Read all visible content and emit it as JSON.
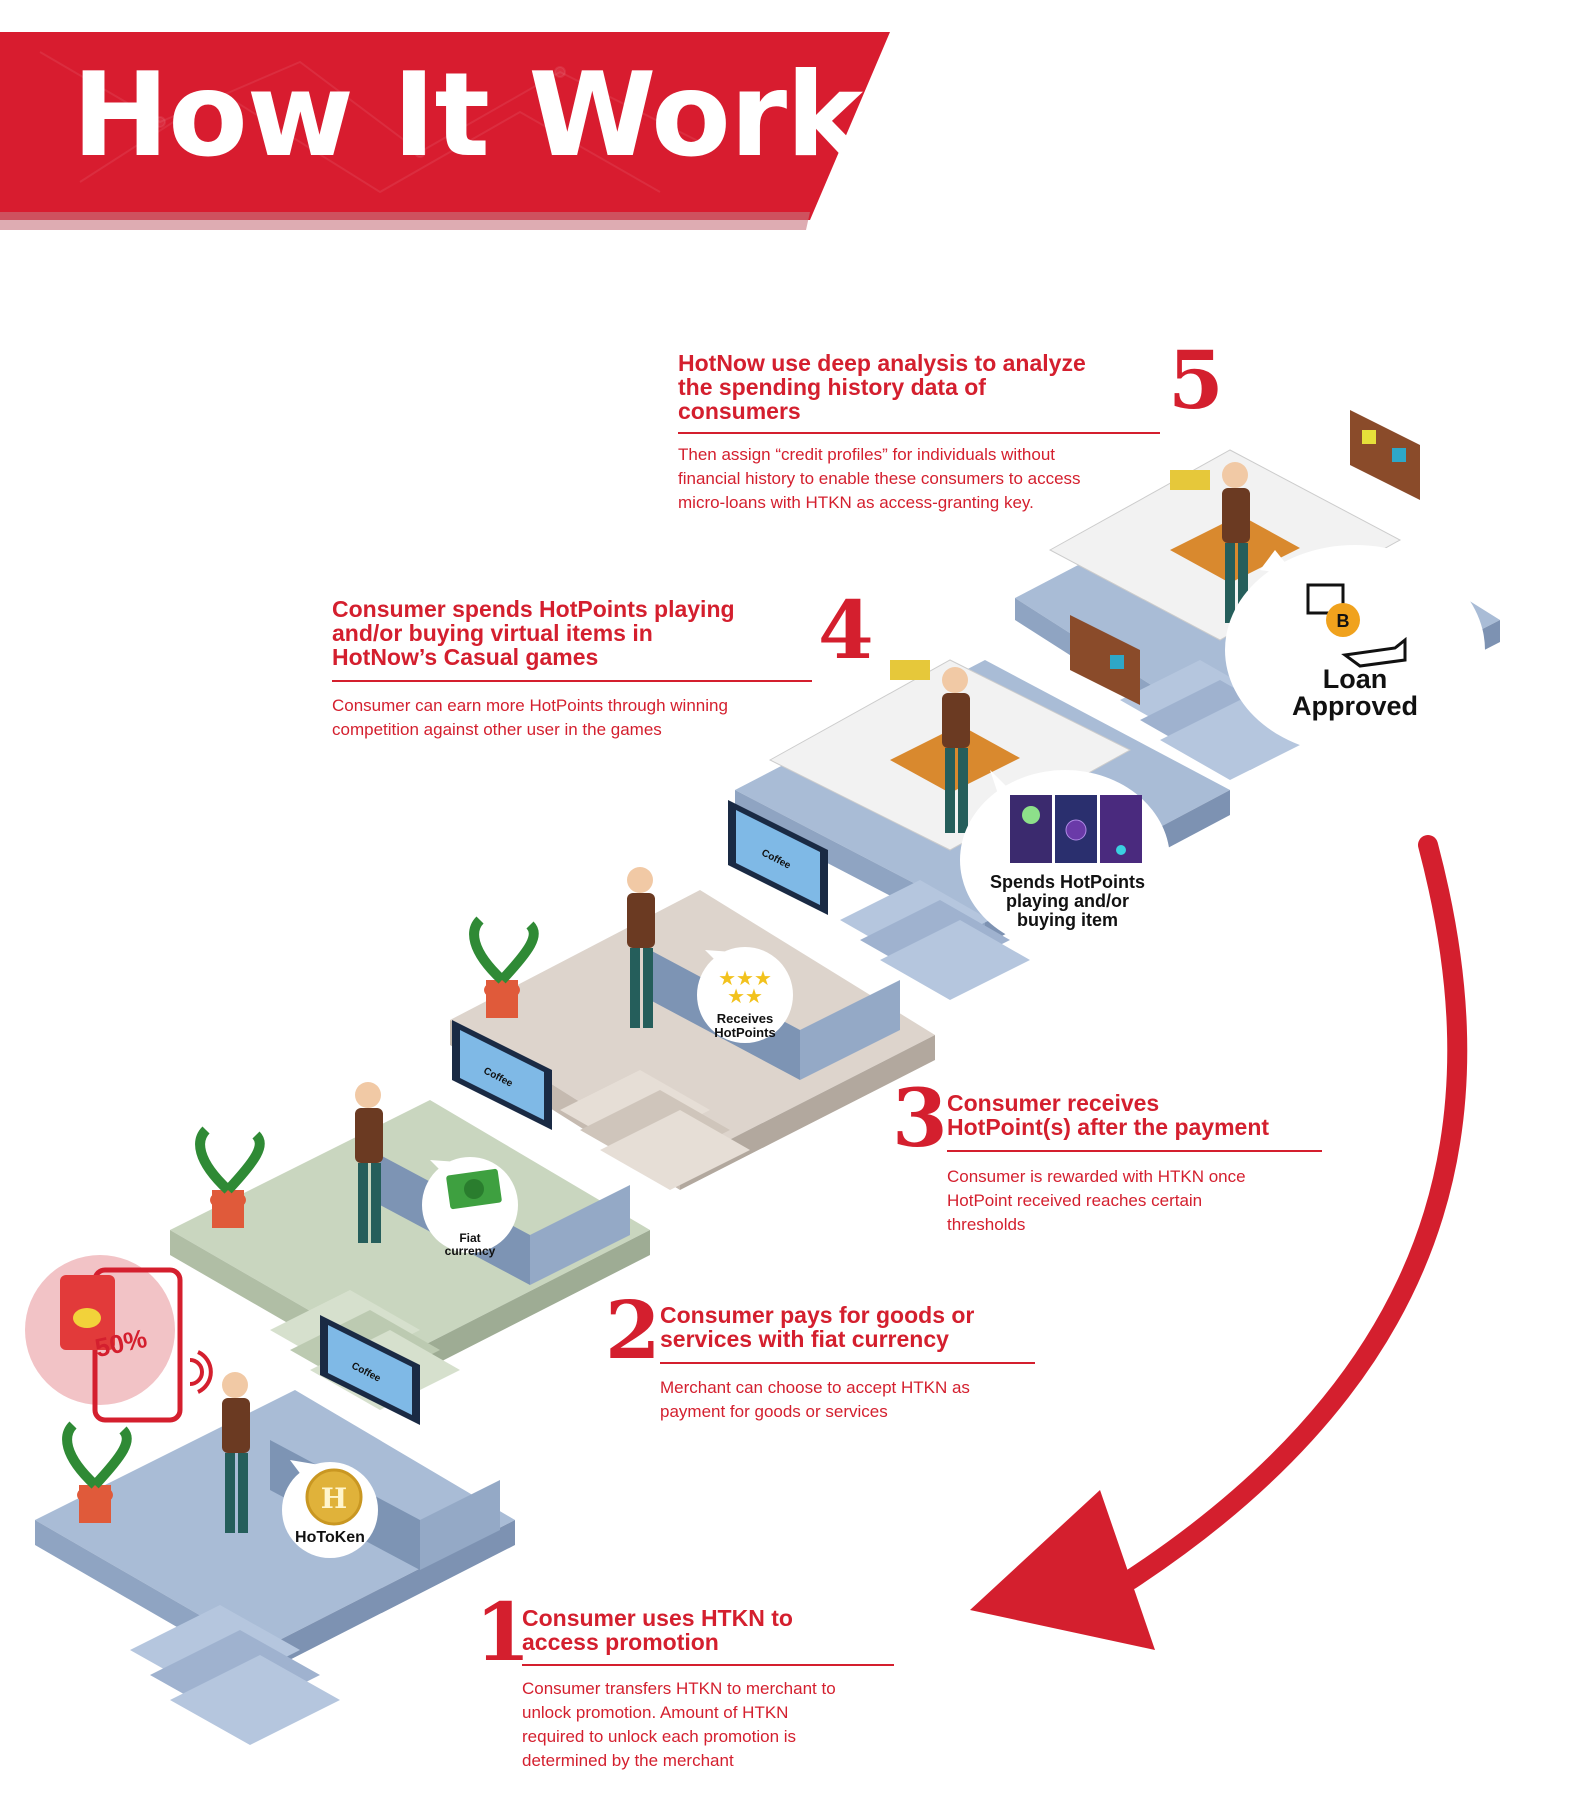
{
  "header": {
    "title": "How It Works"
  },
  "steps": [
    {
      "number": "1",
      "title_l1": "Consumer uses HTKN to",
      "title_l2": "access promotion",
      "desc_l1": "Consumer transfers HTKN to merchant to",
      "desc_l2": "unlock promotion. Amount of HTKN",
      "desc_l3": "required to unlock each promotion is",
      "desc_l4": "determined by the merchant"
    },
    {
      "number": "2",
      "title_l1": "Consumer pays for goods or",
      "title_l2": "services with fiat currency",
      "desc_l1": "Merchant can choose to accept HTKN as",
      "desc_l2": "payment for goods or services"
    },
    {
      "number": "3",
      "title_l1": "Consumer receives",
      "title_l2": "HotPoint(s) after the payment",
      "desc_l1": "Consumer is rewarded with HTKN once",
      "desc_l2": "HotPoint received reaches certain",
      "desc_l3": "thresholds"
    },
    {
      "number": "4",
      "title_l1": "Consumer spends HotPoints playing",
      "title_l2": "and/or buying virtual items in",
      "title_l3": "HotNow’s Casual games",
      "desc_l1": "Consumer can earn more HotPoints through winning",
      "desc_l2": "competition against other user in the games"
    },
    {
      "number": "5",
      "title_l1": "HotNow use deep analysis to analyze",
      "title_l2": "the spending history data of",
      "title_l3": "consumers",
      "desc_l1": "Then assign “credit profiles” for individuals without",
      "desc_l2": "financial history to enable these consumers to access",
      "desc_l3": "micro-loans with HTKN as access-granting key."
    }
  ],
  "bubbles": {
    "hotoken": "HoToKen",
    "fiat_l1": "Fiat",
    "fiat_l2": "currency",
    "receives_l1": "Receives",
    "receives_l2": "HotPoints",
    "spends_l1": "Spends HotPoints",
    "spends_l2": "playing and/or",
    "spends_l3": "buying item",
    "loan_l1": "Loan",
    "loan_l2": "Approved"
  },
  "screens": {
    "coffee": "Coffee"
  },
  "promo": {
    "discount": "50%"
  },
  "colors": {
    "accent": "#d41f2e",
    "floor_blue": "#a9bcd6",
    "floor_green": "#c9d6bf",
    "floor_beige": "#ddd4cc"
  }
}
